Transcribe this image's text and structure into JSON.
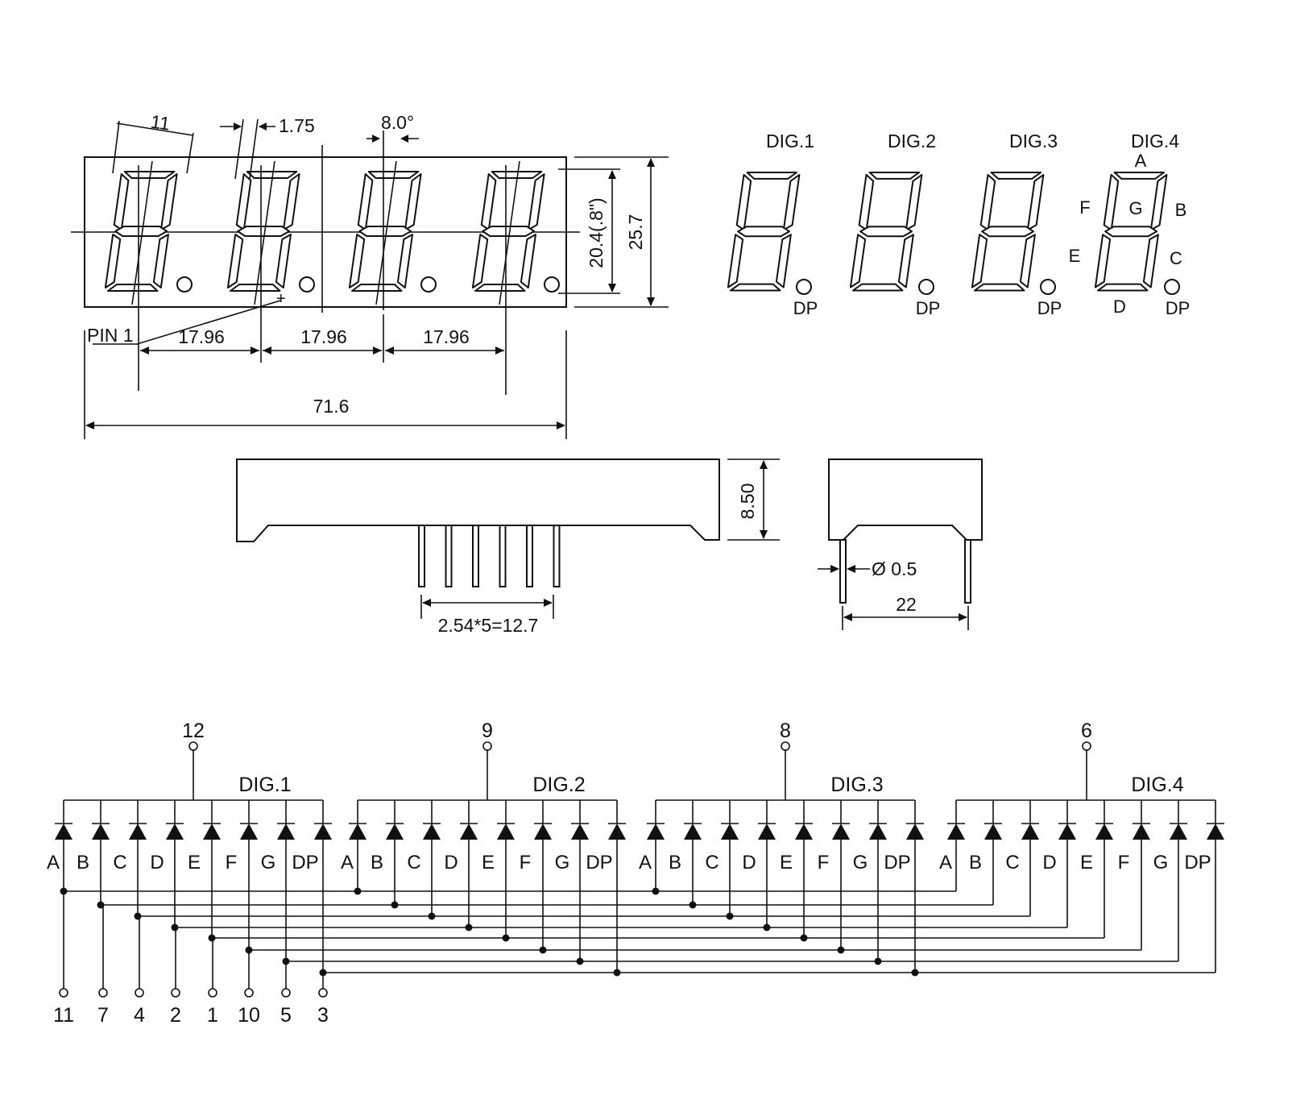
{
  "drawing": {
    "dimensions": {
      "segment_width": "11",
      "segment_thickness": "1.75",
      "slant_angle": "8.0°",
      "digit_height": "20.4(.8\")",
      "body_height": "25.7",
      "pin1_label": "PIN 1",
      "digit_pitch": [
        "17.96",
        "17.96",
        "17.96"
      ],
      "total_length": "71.6",
      "side_height": "8.50",
      "pin_pitch": "2.54*5=12.7",
      "pin_diameter": "Ø 0.5",
      "pin_row_spacing": "22"
    }
  },
  "segment_view": {
    "digits": [
      "DIG.1",
      "DIG.2",
      "DIG.3",
      "DIG.4"
    ],
    "dp_label": "DP",
    "segment_labels": {
      "a": "A",
      "b": "B",
      "c": "C",
      "d": "D",
      "e": "E",
      "f": "F",
      "g": "G"
    }
  },
  "schematic": {
    "groups": [
      {
        "digit": "DIG.1",
        "common_pin": "12"
      },
      {
        "digit": "DIG.2",
        "common_pin": "9"
      },
      {
        "digit": "DIG.3",
        "common_pin": "8"
      },
      {
        "digit": "DIG.4",
        "common_pin": "6"
      }
    ],
    "segments": [
      "A",
      "B",
      "C",
      "D",
      "E",
      "F",
      "G",
      "DP"
    ],
    "segment_pins": [
      "11",
      "7",
      "4",
      "2",
      "1",
      "10",
      "5",
      "3"
    ]
  }
}
